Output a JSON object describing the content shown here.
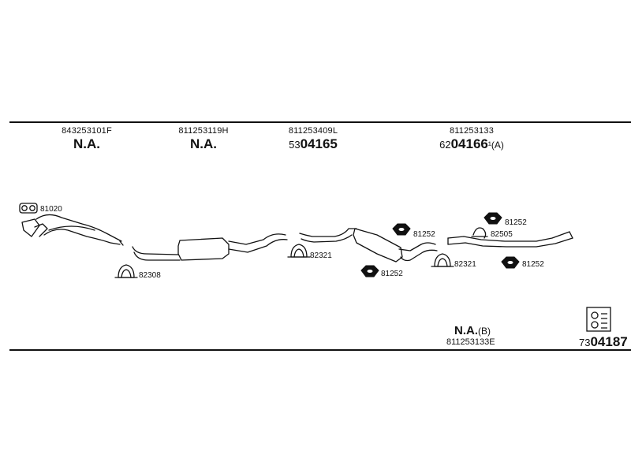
{
  "columns": [
    {
      "oem": "843253101F",
      "part": "N.A.",
      "prefix": "",
      "suffix": ""
    },
    {
      "oem": "811253119H",
      "part": "N.A.",
      "prefix": "",
      "suffix": ""
    },
    {
      "oem": "811253409L",
      "part": "04165",
      "prefix": "53",
      "suffix": ""
    },
    {
      "oem": "811253133",
      "part": "04166",
      "prefix": "62",
      "suffix": "¹(A)"
    }
  ],
  "callouts": {
    "c81020": "81020",
    "c82308": "82308",
    "c82321a": "82321",
    "c81252a": "81252",
    "c81252b": "81252",
    "c82321b": "82321",
    "c81252c": "81252",
    "c82505": "82505",
    "c81252d": "81252"
  },
  "bottom": {
    "na_label": "N.A.",
    "na_suffix": "(B)",
    "oem": "811253133E",
    "kit_prefix": "73",
    "kit_number": "04187"
  },
  "icons": {
    "gasket": "gasket-icon",
    "clamp": "clamp-icon",
    "rubber_mount": "rubber-mount-icon",
    "bracket": "bracket-icon",
    "kit": "mounting-kit-icon"
  }
}
